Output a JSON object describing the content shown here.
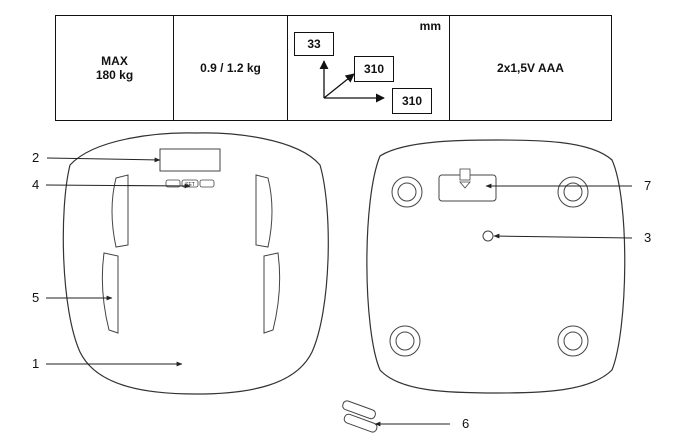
{
  "spec_table": {
    "capacity": {
      "line1": "MAX",
      "line2": "180 kg"
    },
    "graduation": "0.9 / 1.2 kg",
    "dimensions": {
      "unit": "mm",
      "height": "33",
      "width": "310",
      "depth": "310"
    },
    "battery": "2x1,5V AAA"
  },
  "scale_front": {
    "display_button_label": "SET"
  },
  "callouts": {
    "c1": "1",
    "c2": "2",
    "c3": "3",
    "c4": "4",
    "c5": "5",
    "c6": "6",
    "c7": "7"
  }
}
